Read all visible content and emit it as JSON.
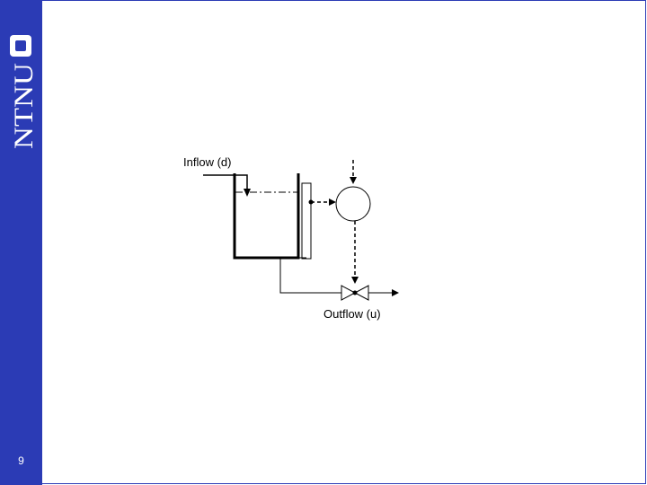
{
  "slide": {
    "page_number": "9",
    "logo_text": "NTNU"
  },
  "diagram": {
    "inflow_label": "Inflow (d)",
    "outflow_label": "Outflow (u)"
  },
  "colors": {
    "sidebar": "#2b3bb5",
    "line": "#000000"
  }
}
